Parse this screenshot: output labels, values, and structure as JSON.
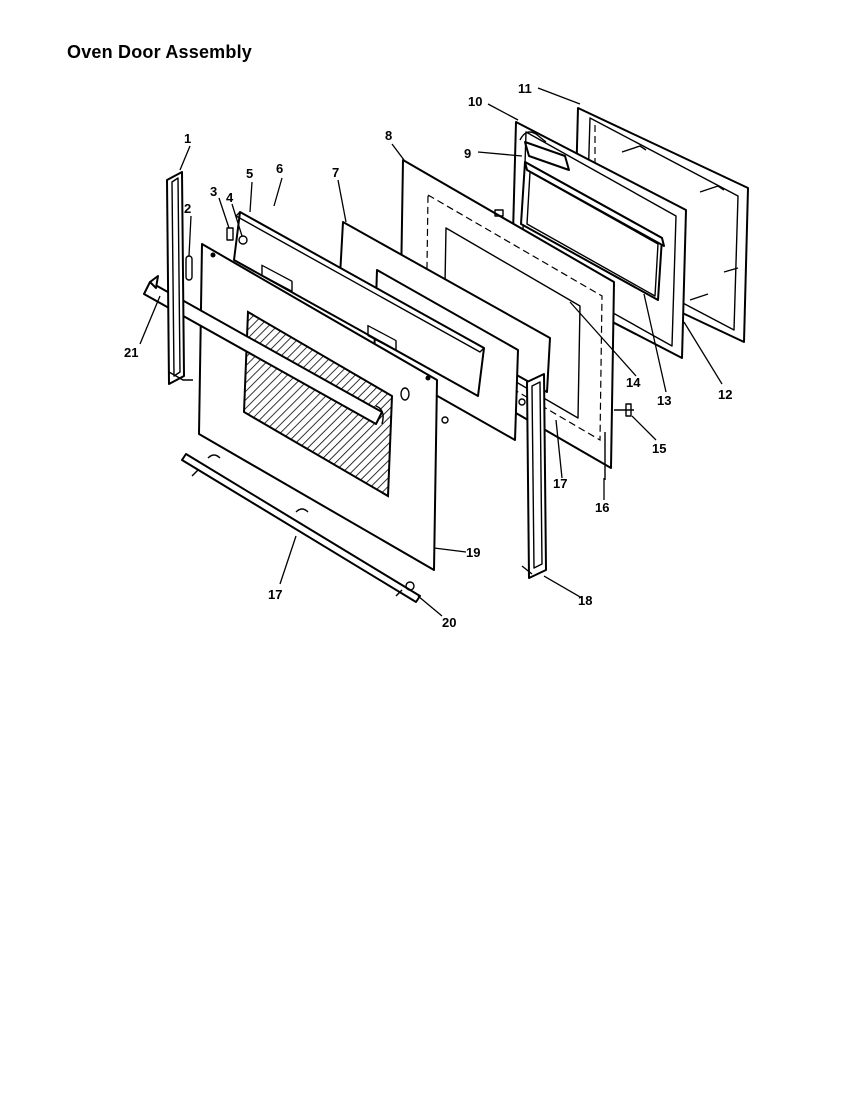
{
  "title": "Oven Door Assembly",
  "callouts": [
    {
      "id": "1",
      "label": "1"
    },
    {
      "id": "2",
      "label": "2"
    },
    {
      "id": "3",
      "label": "3"
    },
    {
      "id": "4",
      "label": "4"
    },
    {
      "id": "5",
      "label": "5"
    },
    {
      "id": "6",
      "label": "6"
    },
    {
      "id": "7",
      "label": "7"
    },
    {
      "id": "8",
      "label": "8"
    },
    {
      "id": "9",
      "label": "9"
    },
    {
      "id": "10",
      "label": "10"
    },
    {
      "id": "11",
      "label": "11"
    },
    {
      "id": "12",
      "label": "12"
    },
    {
      "id": "13",
      "label": "13"
    },
    {
      "id": "14",
      "label": "14"
    },
    {
      "id": "15",
      "label": "15"
    },
    {
      "id": "16",
      "label": "16"
    },
    {
      "id": "17a",
      "label": "17"
    },
    {
      "id": "17b",
      "label": "17"
    },
    {
      "id": "18",
      "label": "18"
    },
    {
      "id": "19",
      "label": "19"
    },
    {
      "id": "20",
      "label": "20"
    },
    {
      "id": "21",
      "label": "21"
    }
  ]
}
